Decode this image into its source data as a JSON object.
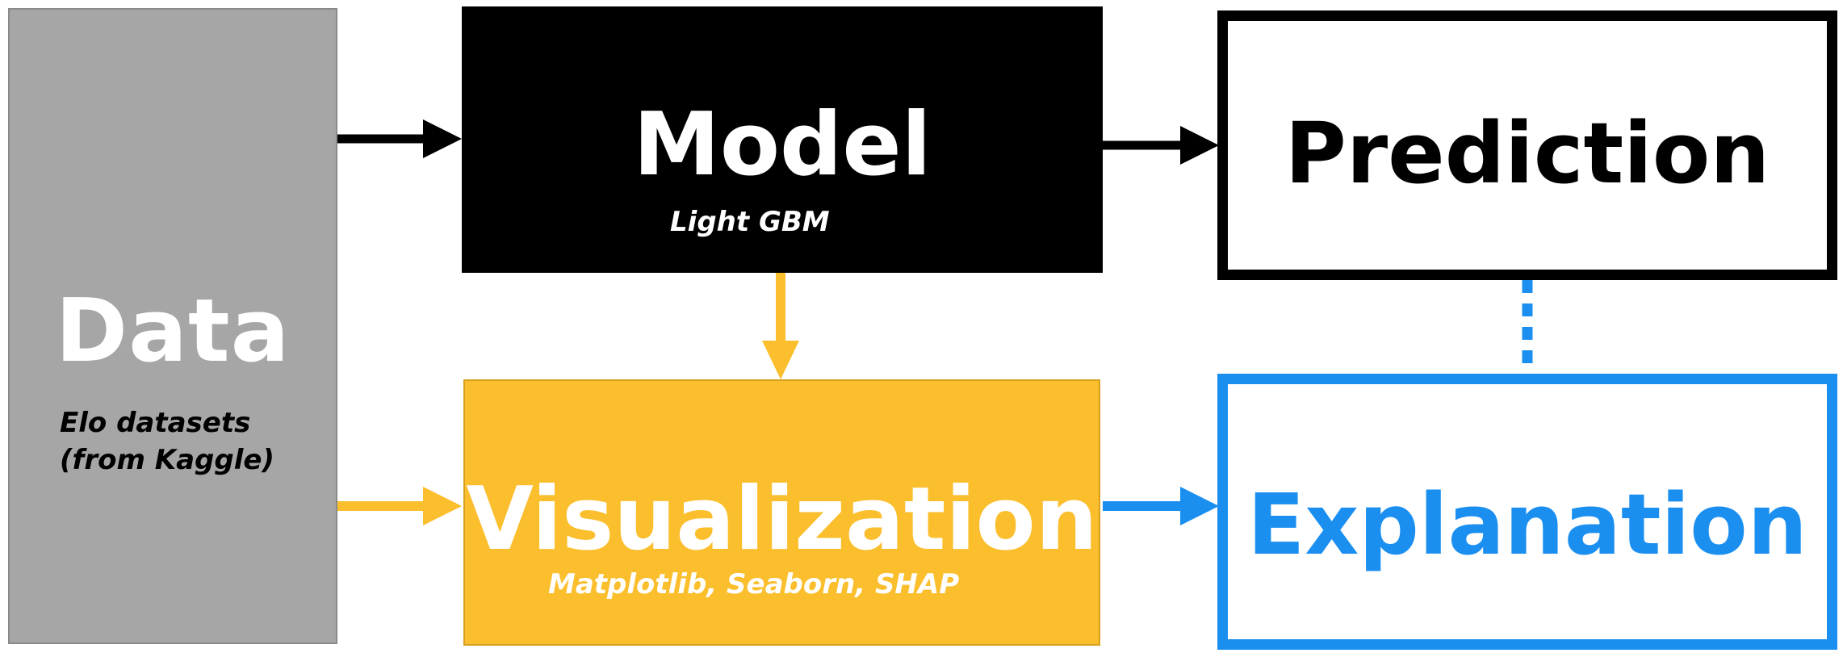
{
  "nodes": {
    "data": {
      "title": "Data",
      "subtitle_line1": "Elo datasets",
      "subtitle_line2": "(from Kaggle)"
    },
    "model": {
      "title": "Model",
      "subtitle": "Light GBM"
    },
    "prediction": {
      "title": "Prediction"
    },
    "visualization": {
      "title": "Visualization",
      "subtitle": "Matplotlib, Seaborn, SHAP"
    },
    "explanation": {
      "title": "Explanation"
    }
  },
  "colors": {
    "data_fill": "#a6a6a6",
    "model_fill": "#000000",
    "visualization_fill": "#fbbe2c",
    "explanation_accent": "#1b8ff0",
    "black_arrow": "#000000",
    "yellow_arrow": "#fbbe2c",
    "blue_arrow": "#1b8ff0"
  },
  "edges": [
    {
      "from": "data",
      "to": "model",
      "style": "solid",
      "color": "black"
    },
    {
      "from": "model",
      "to": "prediction",
      "style": "solid",
      "color": "black"
    },
    {
      "from": "model",
      "to": "visualization",
      "style": "solid",
      "color": "yellow"
    },
    {
      "from": "data",
      "to": "visualization",
      "style": "solid",
      "color": "yellow"
    },
    {
      "from": "visualization",
      "to": "explanation",
      "style": "solid",
      "color": "blue"
    },
    {
      "from": "prediction",
      "to": "explanation",
      "style": "dotted",
      "color": "blue"
    }
  ]
}
